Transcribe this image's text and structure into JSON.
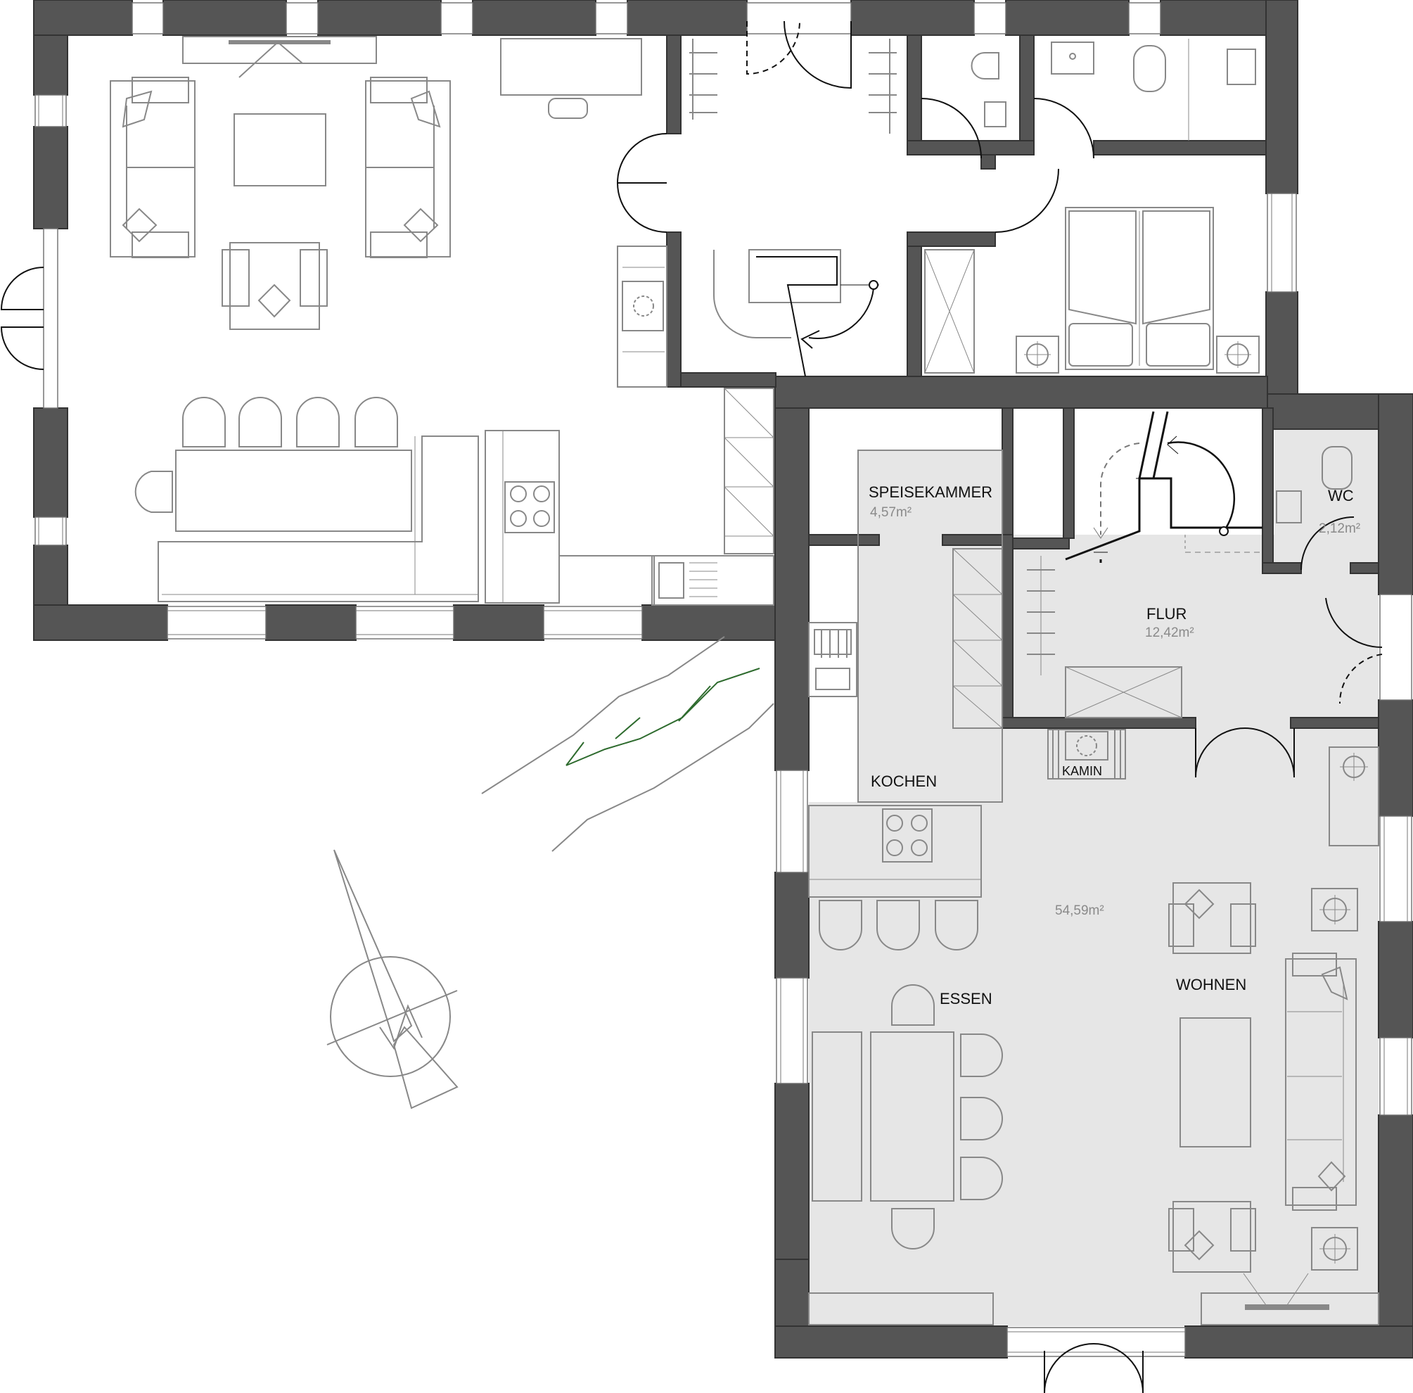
{
  "rooms": {
    "speisekammer": {
      "label": "SPEISEKAMMER",
      "area": "4,57m²"
    },
    "wc": {
      "label": "WC",
      "area": "2,12m²"
    },
    "flur": {
      "label": "FLUR",
      "area": "12,42m²"
    },
    "kochen": {
      "label": "KOCHEN"
    },
    "wohnen": {
      "label": "WOHNEN"
    },
    "essen": {
      "label": "ESSEN"
    },
    "main_area": "54,59m²"
  },
  "symbols": {
    "kamin": "KAMIN",
    "compass": "north-arrow-icon"
  },
  "colors": {
    "wall": "#555555",
    "floor_highlight": "#e6e6e6",
    "plant_line": "#2e6b2e",
    "furniture_line": "#888888"
  }
}
